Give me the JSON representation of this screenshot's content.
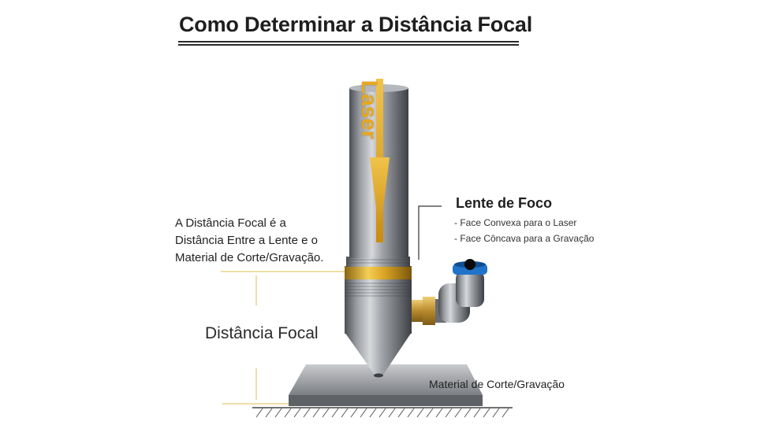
{
  "title": "Como Determinar a Distância Focal",
  "laser_label": "Laser",
  "description": {
    "lines": [
      "A Distância Focal é a",
      "Distância Entre a Lente e o",
      "Material de Corte/Gravação."
    ]
  },
  "lens": {
    "title": "Lente de Foco",
    "items": [
      "- Face Convexa para o Laser",
      "- Face Côncava para a Gravação"
    ]
  },
  "focal_label": "Distância Focal",
  "material_label": "Material de Corte/Gravação",
  "colors": {
    "laser_gold": "#e6a820",
    "guide_line": "#e9d28a",
    "metal": "#8a8d92",
    "fitting_blue": "#1f74c9",
    "brass": "#c99a3a"
  },
  "icons": [
    "laser-arrow-icon",
    "push-fitting-icon",
    "hatch-ground-icon"
  ]
}
